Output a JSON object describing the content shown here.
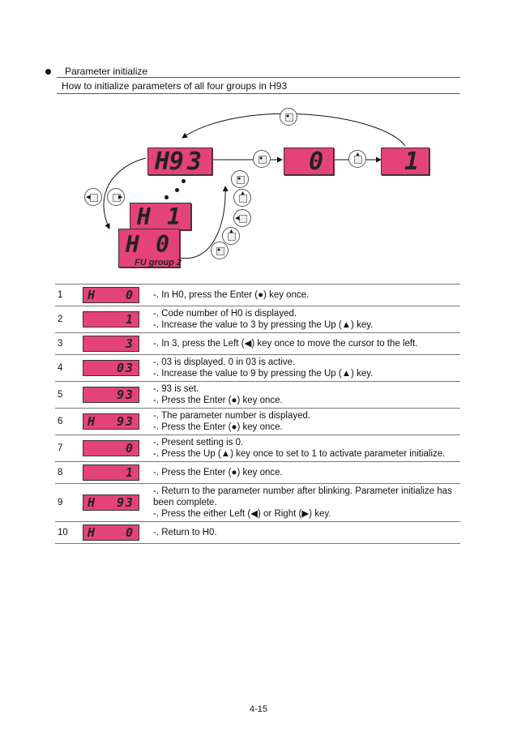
{
  "heading": "Parameter initialize",
  "subtitle": "How to initialize parameters of all four groups in H93",
  "diagram": {
    "displays": {
      "h93": {
        "letter": "H",
        "value": "93"
      },
      "zero": {
        "letter": "",
        "value": "0"
      },
      "one": {
        "letter": "",
        "value": "1"
      },
      "h1": {
        "letter": "H",
        "value": "1"
      },
      "h0": {
        "letter": "H",
        "value": "0"
      }
    },
    "group_label": "FU group 2",
    "display_color": "#e4437a"
  },
  "steps": [
    {
      "num": "1",
      "letter": "H",
      "value": "0",
      "lines": [
        "-. In H0, press the Enter (●) key once."
      ]
    },
    {
      "num": "2",
      "letter": "",
      "value": "1",
      "lines": [
        "-. Code number of H0 is displayed.",
        "-. Increase the value to 3 by pressing the Up (▲) key."
      ]
    },
    {
      "num": "3",
      "letter": "",
      "value": "3",
      "lines": [
        "-. In 3, press the Left (◀) key once to move the cursor to the left."
      ]
    },
    {
      "num": "4",
      "letter": "",
      "value": "03",
      "lines": [
        "-. 03 is displayed. 0 in 03 is active.",
        "-. Increase the value to 9 by pressing the Up (▲) key."
      ]
    },
    {
      "num": "5",
      "letter": "",
      "value": "93",
      "lines": [
        "-. 93 is set.",
        "-. Press the Enter (●) key once."
      ]
    },
    {
      "num": "6",
      "letter": "H",
      "value": "93",
      "lines": [
        "-. The parameter number is displayed.",
        "-. Press the Enter (●) key once."
      ]
    },
    {
      "num": "7",
      "letter": "",
      "value": "0",
      "lines": [
        "-. Present setting is 0.",
        "-. Press the Up (▲) key once to set to 1 to activate parameter initialize."
      ]
    },
    {
      "num": "8",
      "letter": "",
      "value": "1",
      "lines": [
        "-. Press the Enter (●) key once."
      ]
    },
    {
      "num": "9",
      "letter": "H",
      "value": "93",
      "lines": [
        "-. Return to the parameter number after blinking. Parameter initialize has",
        "been complete.",
        "-. Press the either Left (◀) or Right (▶) key."
      ]
    },
    {
      "num": "10",
      "letter": "H",
      "value": "0",
      "lines": [
        "-. Return to H0."
      ]
    }
  ],
  "page_number": "4-15"
}
